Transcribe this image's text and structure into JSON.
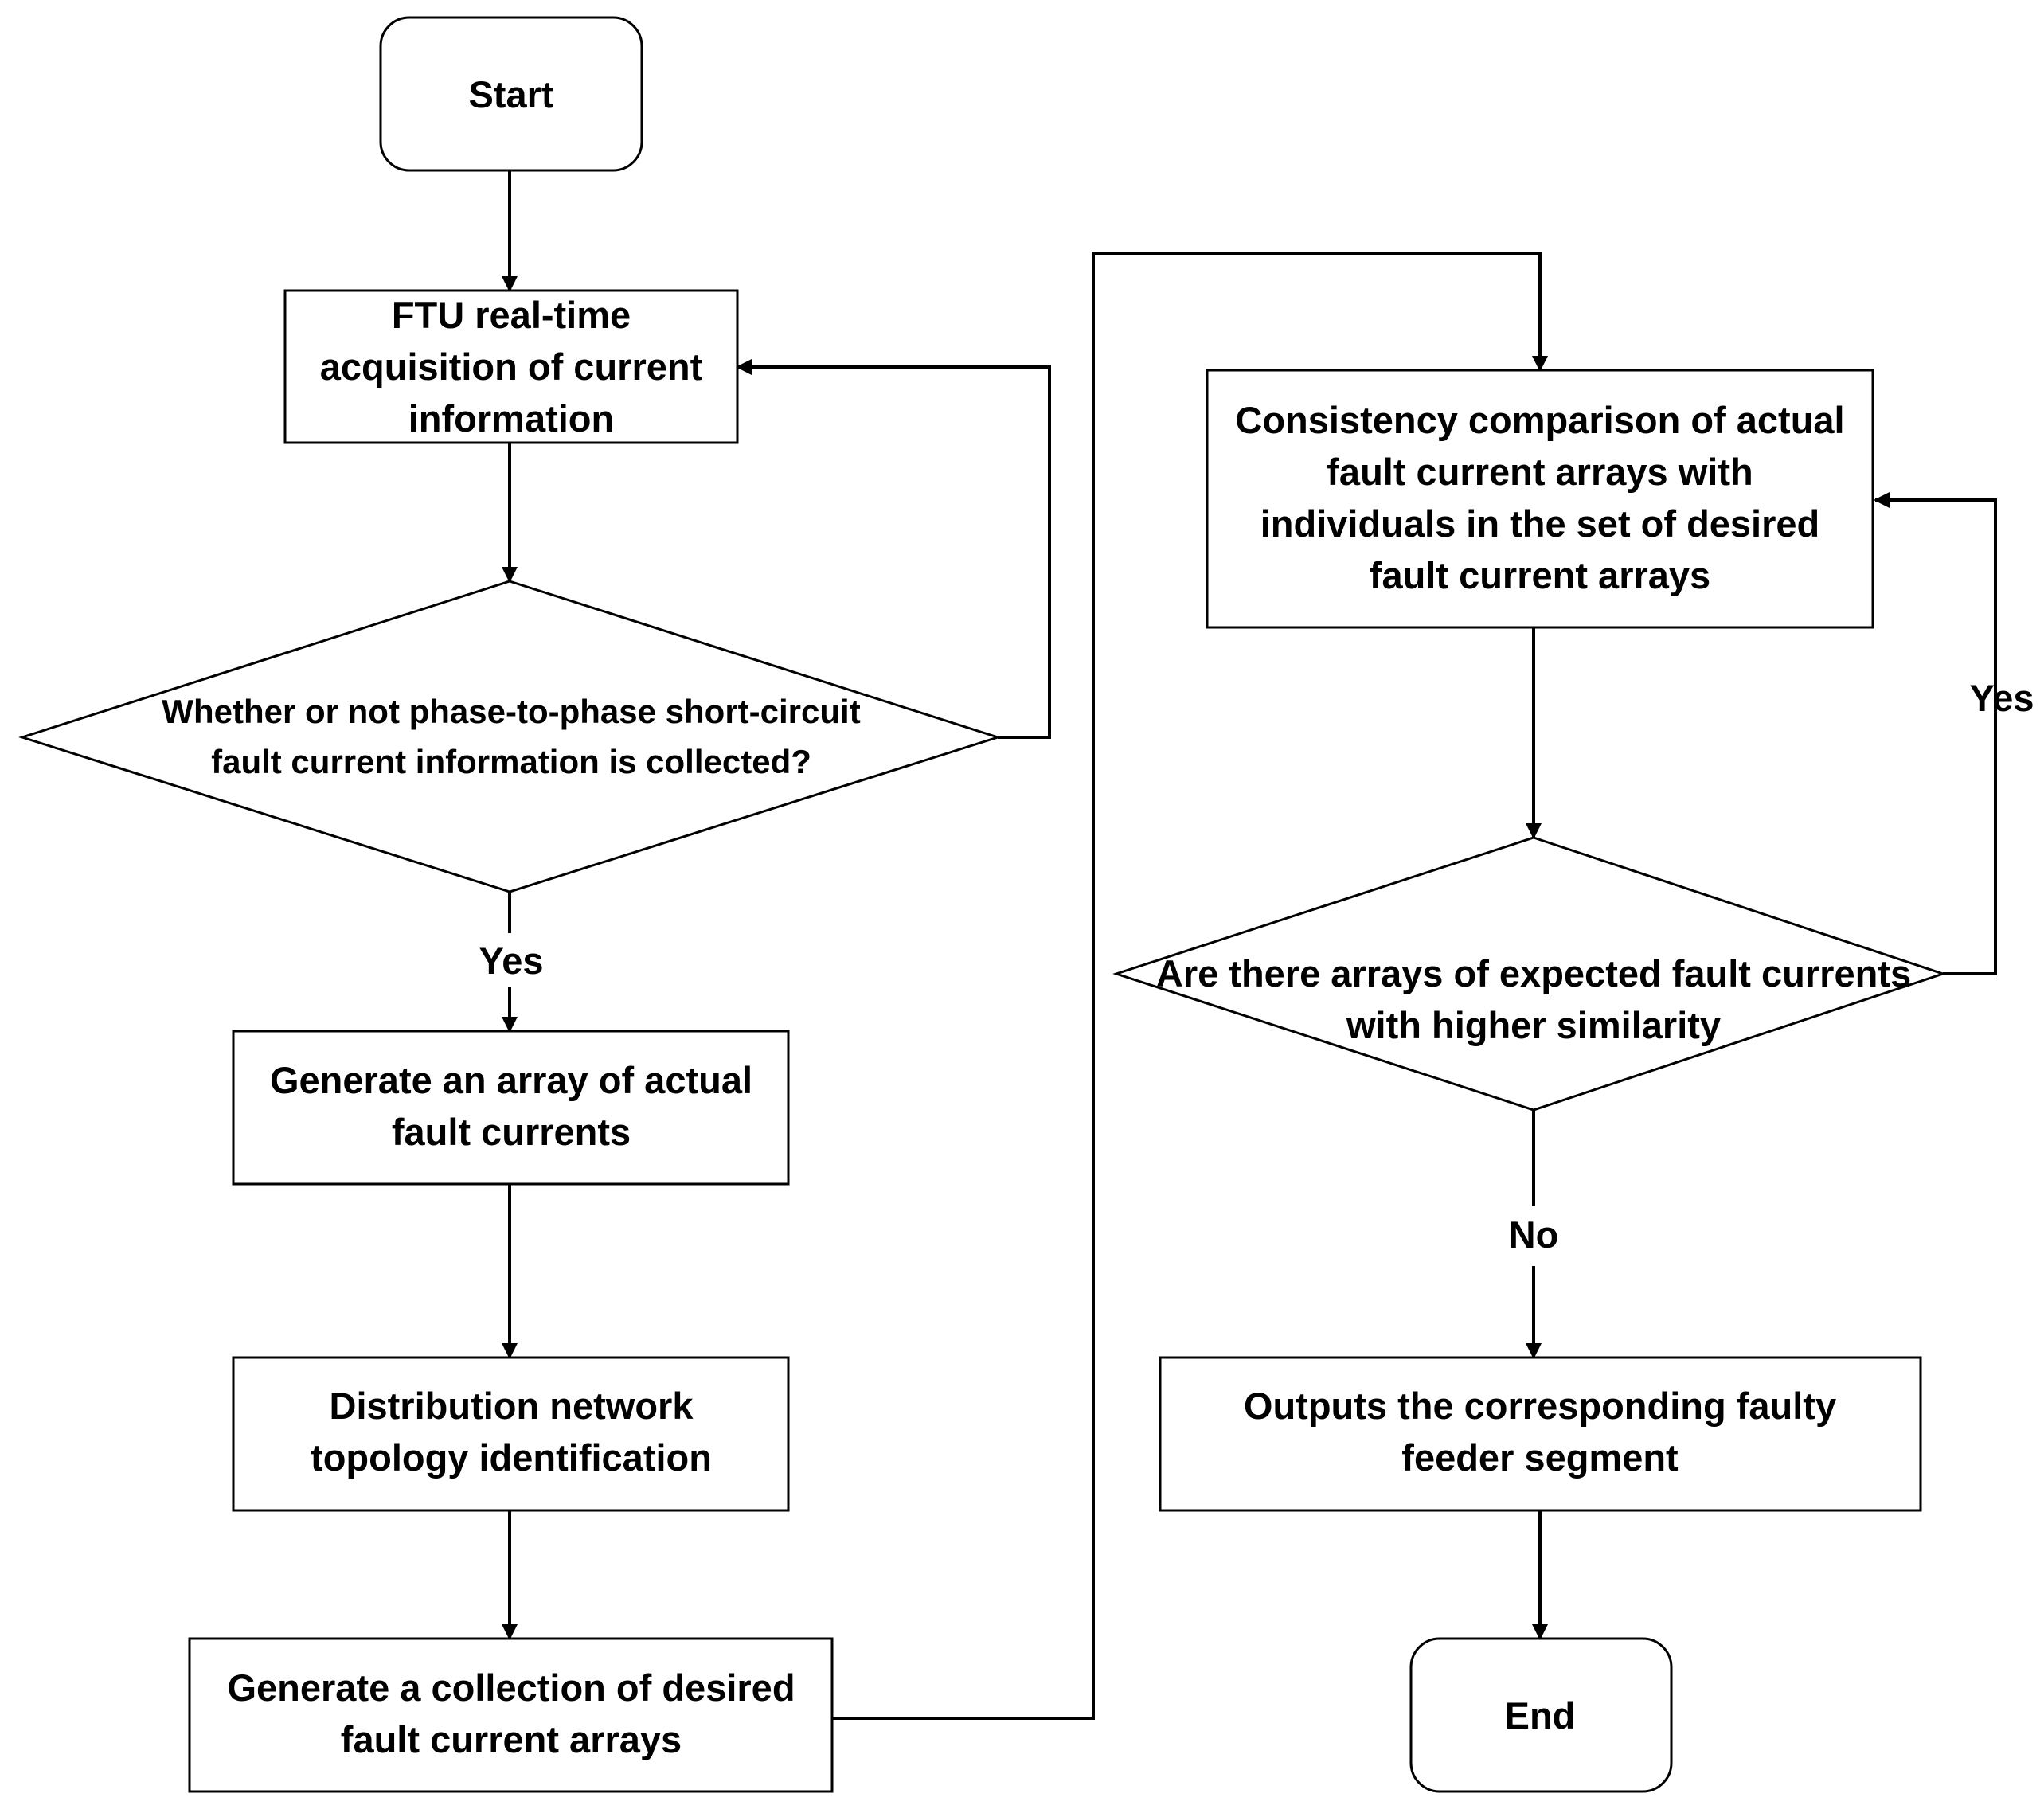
{
  "diagram": {
    "start": "Start",
    "end": "End",
    "ftu": {
      "lines": [
        "FTU real-time",
        "acquisition of current",
        "information"
      ]
    },
    "decision_collected": {
      "lines": [
        "Whether or not phase-to-phase short-circuit",
        "fault current information is collected?"
      ]
    },
    "label_yes_left": "Yes",
    "generate_actual": {
      "lines": [
        "Generate an array of actual",
        "fault currents"
      ]
    },
    "topology": {
      "lines": [
        "Distribution network",
        "topology identification"
      ]
    },
    "generate_desired": {
      "lines": [
        "Generate a collection of desired",
        "fault current arrays"
      ]
    },
    "consistency": {
      "lines": [
        "Consistency comparison of actual",
        "fault current arrays with",
        "individuals in the set of desired",
        "fault current arrays"
      ]
    },
    "decision_similarity": {
      "lines": [
        "Are there arrays of expected fault currents",
        "with higher similarity"
      ]
    },
    "label_yes_right": "Yes",
    "label_no": "No",
    "outputs": {
      "lines": [
        "Outputs the corresponding faulty",
        "feeder segment"
      ]
    }
  }
}
